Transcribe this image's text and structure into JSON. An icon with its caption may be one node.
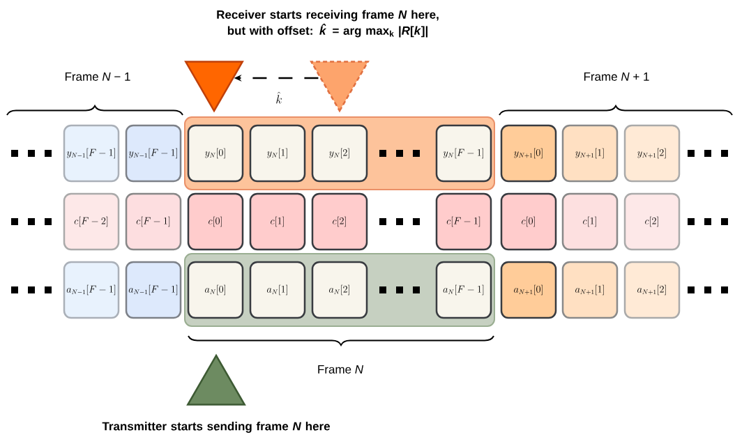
{
  "diagram": {
    "nodes": [
      {
        "text": [],
        "shape": "triangle",
        "beside": [
          "Receiver starts receiving frame *N* here, but with offset: *k̂* = arg max$_{k}$ |*R*[*k*]|"
        ]
      },
      {
        "text": [],
        "shape": "triangle"
      },
      {
        "text": [],
        "shape": "box"
      },
      {
        "text": [
          "y_{N-1}[F-1]"
        ]
      },
      {
        "text": [
          "y_{N-1}[F-1]"
        ]
      },
      {
        "text": [
          "y_N[0]"
        ],
        "in": 2
      },
      {
        "text": [
          "y_N[1]"
        ],
        "in": 2
      },
      {
        "text": [
          "y_N[2]"
        ],
        "in": 2
      },
      {
        "text": [
          "y_N[F-1]"
        ],
        "in": 2
      },
      {
        "text": [
          "y_{N+1}[0]"
        ]
      },
      {
        "text": [
          "y_{N+1}[1]"
        ]
      },
      {
        "text": [
          "y_{N+1}[2]"
        ]
      },
      {
        "text": [
          "c[F-2]"
        ]
      },
      {
        "text": [
          "c[F-1]"
        ]
      },
      {
        "text": [
          "c[0]"
        ]
      },
      {
        "text": [
          "c[1]"
        ]
      },
      {
        "text": [
          "c[2]"
        ]
      },
      {
        "text": [
          "c[F-1]"
        ]
      },
      {
        "text": [
          "c[0]"
        ]
      },
      {
        "text": [
          "c[1]"
        ]
      },
      {
        "text": [
          "c[2]"
        ]
      },
      {
        "text": [],
        "shape": "box"
      },
      {
        "text": [
          "a_{N-1}[F-1]"
        ]
      },
      {
        "text": [
          "a_{N-1}[F-1]"
        ]
      },
      {
        "text": [
          "a_N[0]"
        ],
        "in": 21
      },
      {
        "text": [
          "a_N[1]"
        ],
        "in": 21
      },
      {
        "text": [
          "a_N[2]"
        ],
        "in": 21
      },
      {
        "text": [
          "a_N[F-1]"
        ],
        "in": 21
      },
      {
        "text": [
          "a_{N+1}[0]"
        ]
      },
      {
        "text": [
          "a_{N+1}[1]"
        ]
      },
      {
        "text": [
          "a_{N+1}[2]"
        ]
      },
      {
        "text": [],
        "shape": "triangle",
        "beside": [
          "Transmitter starts sending frame *N* here"
        ]
      }
    ],
    "edges": [
      {
        "from": 1,
        "to": 0,
        "arrow": "to",
        "style": "dashed",
        "label": "\\hat{k}"
      }
    ],
    "labels": [
      "Frame *N* − 1",
      "Frame *N* + 1",
      "Frame *N*"
    ]
  }
}
